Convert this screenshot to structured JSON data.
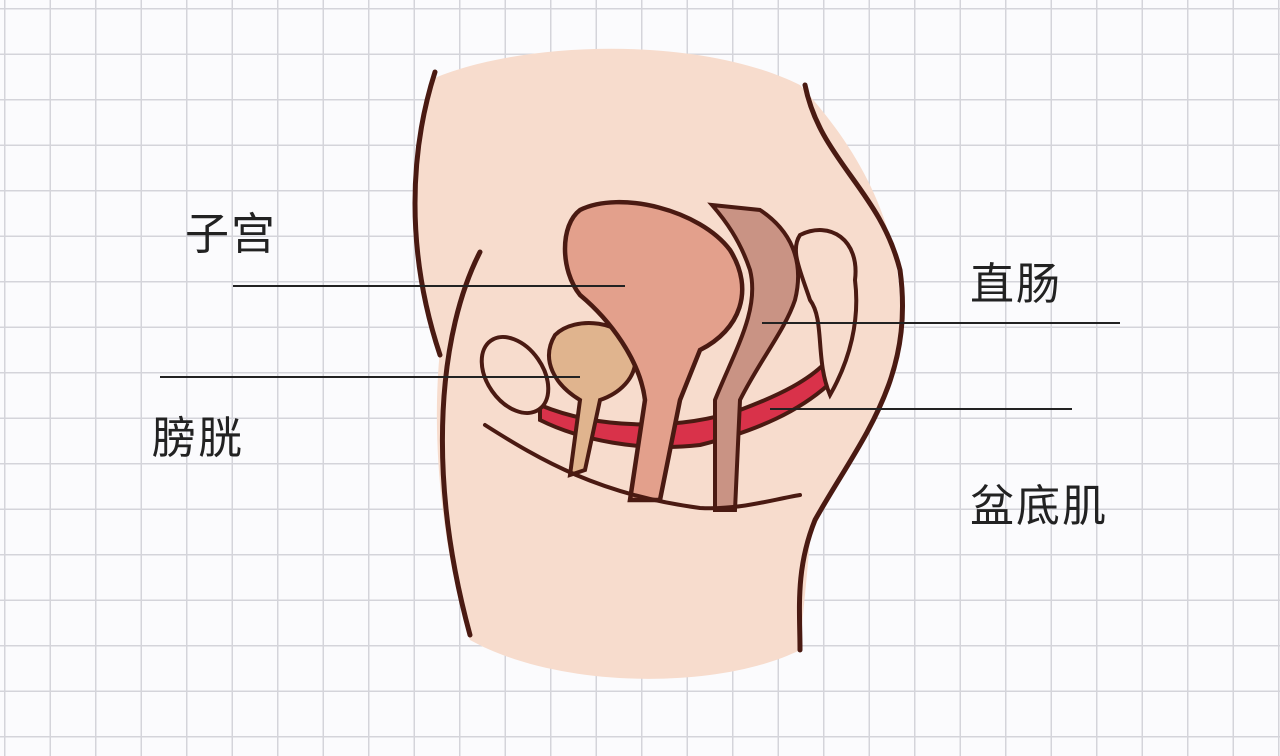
{
  "labels": {
    "uterus": "子宫",
    "bladder": "膀胱",
    "rectum": "直肠",
    "pelvic_floor": "盆底肌"
  },
  "colors": {
    "skin": "#f7dccd",
    "outline": "#4a1a12",
    "uterus": "#e3a08c",
    "bladder": "#e0b48e",
    "rectum": "#c99384",
    "muscle": "#d9324a"
  }
}
